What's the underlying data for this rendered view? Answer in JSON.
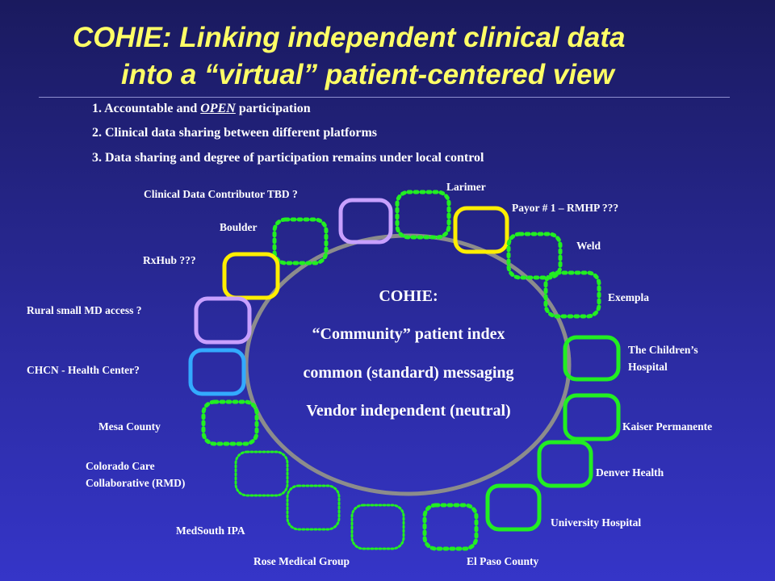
{
  "title": {
    "line1": "COHIE: Linking independent clinical data",
    "line2": "into a “virtual” patient-centered view"
  },
  "points": {
    "p1_prefix": "1.  Accountable and ",
    "p1_emph": "OPEN",
    "p1_suffix": " participation",
    "p2": "2.  Clinical data sharing between different platforms",
    "p3": "3.  Data sharing and degree of participation remains under local control"
  },
  "center": {
    "line1": "COHIE:",
    "line2": "“Community” patient index",
    "line3": "common (standard) messaging",
    "line4": "Vendor independent (neutral)"
  },
  "nodes": {
    "clinical_tbd": "Clinical Data Contributor TBD ?",
    "larimer": "Larimer",
    "payor": "Payor # 1 – RMHP ???",
    "boulder": "Boulder",
    "weld": "Weld",
    "rxhub": "RxHub ???",
    "exempla": "Exempla",
    "rural": "Rural  small MD access ?",
    "childrens_1": "The Children’s",
    "childrens_2": "Hospital",
    "chcn": "CHCN - Health Center?",
    "kaiser": "Kaiser Permanente",
    "mesa": "Mesa County",
    "denver": "Denver Health",
    "ccc_1": "Colorado Care",
    "ccc_2": "Collaborative (RMD)",
    "university": "University Hospital",
    "medsouth": "MedSouth IPA",
    "rose": "Rose Medical Group",
    "elpaso": "El Paso County"
  },
  "colors": {
    "background": "#2a2a9c",
    "title": "#ffff66",
    "text": "#ffffff",
    "hub_ring": "#8c8c8c",
    "green": "#22ee22",
    "yellow": "#ffee00",
    "purple": "#c8a0ff",
    "blue": "#33aaff"
  },
  "node_styles": [
    {
      "id": "clinical_tbd",
      "color": "purple",
      "style": "solid"
    },
    {
      "id": "larimer",
      "color": "green",
      "style": "dotted"
    },
    {
      "id": "payor",
      "color": "yellow",
      "style": "solid"
    },
    {
      "id": "boulder",
      "color": "green",
      "style": "dotted"
    },
    {
      "id": "weld",
      "color": "green",
      "style": "dotted"
    },
    {
      "id": "rxhub",
      "color": "yellow",
      "style": "solid"
    },
    {
      "id": "exempla",
      "color": "green",
      "style": "dotted"
    },
    {
      "id": "rural",
      "color": "purple",
      "style": "solid"
    },
    {
      "id": "childrens",
      "color": "green",
      "style": "solid"
    },
    {
      "id": "chcn",
      "color": "blue",
      "style": "solid"
    },
    {
      "id": "kaiser",
      "color": "green",
      "style": "solid"
    },
    {
      "id": "mesa",
      "color": "green",
      "style": "dotted"
    },
    {
      "id": "denver",
      "color": "green",
      "style": "solid"
    },
    {
      "id": "ccc",
      "color": "green",
      "style": "fine-dotted"
    },
    {
      "id": "university",
      "color": "green",
      "style": "solid"
    },
    {
      "id": "medsouth",
      "color": "green",
      "style": "fine-dotted"
    },
    {
      "id": "rose",
      "color": "green",
      "style": "fine-dotted"
    },
    {
      "id": "elpaso",
      "color": "green",
      "style": "dotted"
    }
  ]
}
